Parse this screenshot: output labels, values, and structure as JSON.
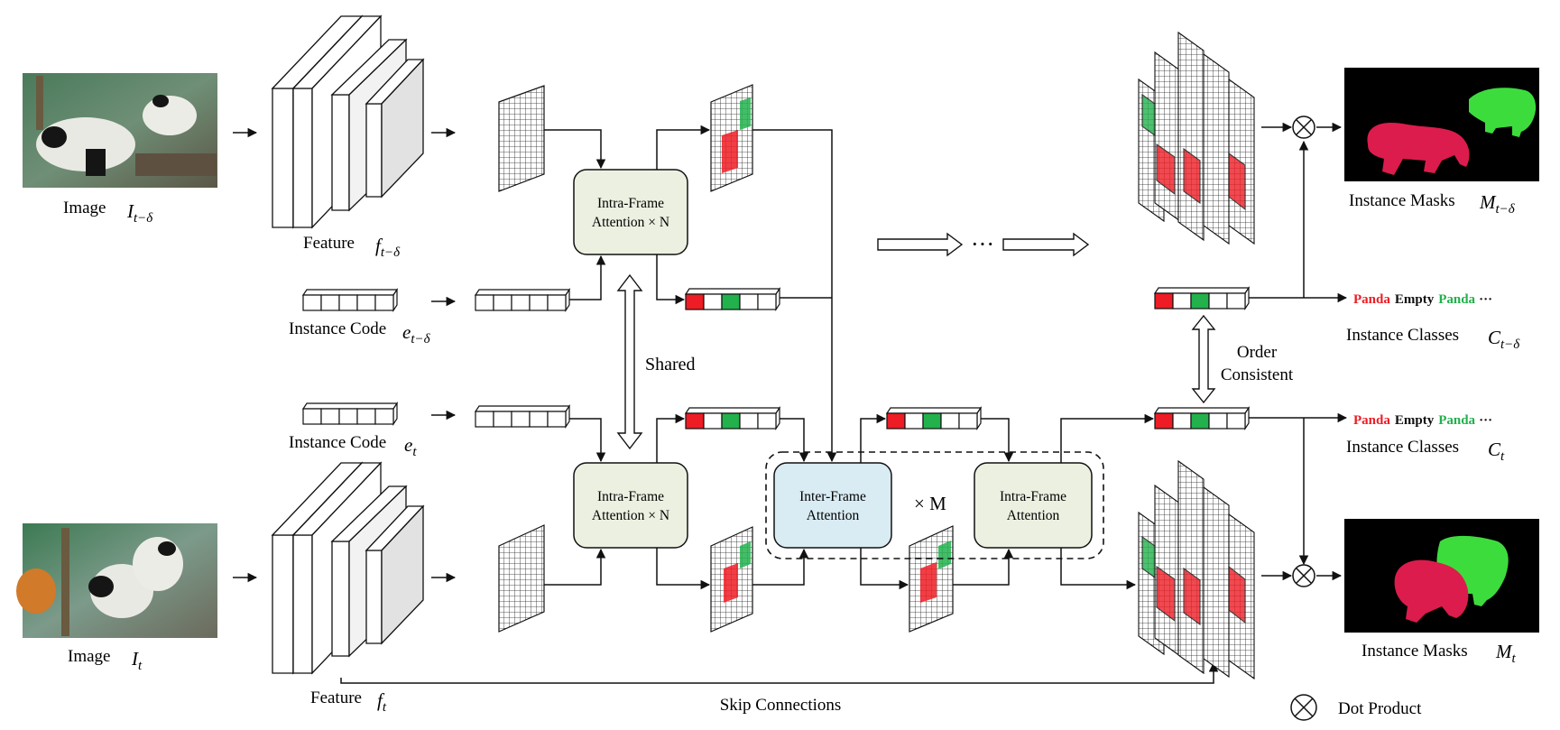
{
  "top_frame": {
    "image_label": "Image",
    "image_symbol": "I",
    "image_subscript": "t−δ",
    "feature_label": "Feature",
    "feature_symbol": "f",
    "feature_subscript": "t−δ",
    "code_label": "Instance Code",
    "code_symbol": "e",
    "code_subscript": "t−δ",
    "attention_label_line1": "Intra-Frame",
    "attention_label_line2": "Attention × N",
    "mask_label": "Instance Masks",
    "mask_symbol": "M",
    "mask_subscript": "t−δ",
    "class_label": "Instance Classes",
    "class_symbol": "C",
    "class_subscript": "t−δ"
  },
  "bottom_frame": {
    "image_label": "Image",
    "image_symbol": "I",
    "image_subscript": "t",
    "feature_label": "Feature",
    "feature_symbol": "f",
    "feature_subscript": "t",
    "code_label": "Instance Code",
    "code_symbol": "e",
    "code_subscript": "t",
    "attention_label_line1": "Intra-Frame",
    "attention_label_line2": "Attention × N",
    "mask_label": "Instance Masks",
    "mask_symbol": "M",
    "mask_subscript": "t",
    "class_label": "Instance Classes",
    "class_symbol": "C",
    "class_subscript": "t"
  },
  "middle": {
    "shared_label": "Shared",
    "inter_frame_line1": "Inter-Frame",
    "inter_frame_line2": "Attention",
    "intra_frame_line1": "Intra-Frame",
    "intra_frame_line2": "Attention",
    "repeat_label": "× M",
    "ellipsis": "···",
    "order_line1": "Order",
    "order_line2": "Consistent",
    "skip_label": "Skip Connections"
  },
  "class_legend": {
    "panda": "Panda",
    "empty": "Empty",
    "panda2": "Panda",
    "more": "···"
  },
  "legend": {
    "dot_product": "Dot Product"
  },
  "colors": {
    "attention_box": "#ebf0e1",
    "inter_box": "#d9ebf3",
    "red": "#ee1c25",
    "green": "#22b14c",
    "mask_red": "#dc1c4c",
    "mask_green": "#3ddc3d"
  }
}
